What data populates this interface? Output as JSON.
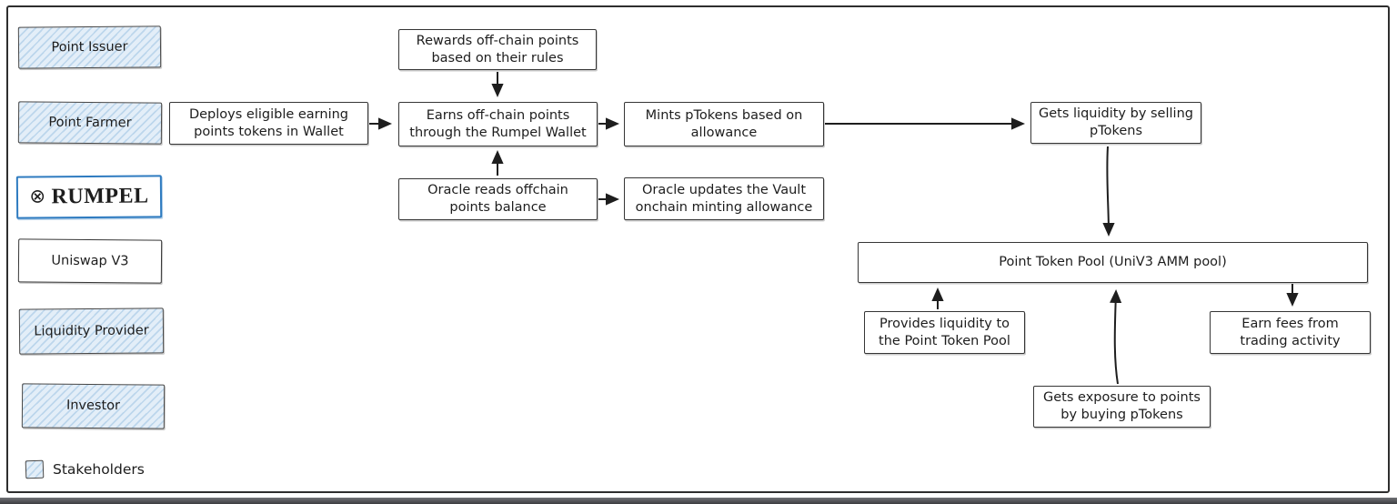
{
  "diagram": {
    "title_context": "Rumpel points flow diagram",
    "stakeholders": [
      {
        "id": "point-issuer",
        "label": "Point Issuer",
        "style": "hatched"
      },
      {
        "id": "point-farmer",
        "label": "Point Farmer",
        "style": "hatched"
      },
      {
        "id": "rumpel",
        "label": "RUMPEL",
        "icon": "⊗",
        "style": "brand"
      },
      {
        "id": "uniswap-v3",
        "label": "Uniswap V3",
        "style": "plain"
      },
      {
        "id": "liquidity-provider",
        "label": "Liquidity Provider",
        "style": "hatched"
      },
      {
        "id": "investor",
        "label": "Investor",
        "style": "hatched"
      }
    ],
    "nodes": [
      {
        "id": "rewards",
        "label": "Rewards off-chain points based on their rules"
      },
      {
        "id": "deploys",
        "label": "Deploys eligible earning points tokens in Wallet"
      },
      {
        "id": "earns",
        "label": "Earns off-chain points through the Rumpel Wallet"
      },
      {
        "id": "mints",
        "label": "Mints pTokens based on allowance"
      },
      {
        "id": "oracle-reads",
        "label": "Oracle reads offchain points balance"
      },
      {
        "id": "oracle-updates",
        "label": "Oracle updates the Vault onchain minting allowance"
      },
      {
        "id": "gets-liquidity",
        "label": "Gets liquidity by selling pTokens"
      },
      {
        "id": "pool",
        "label": "Point Token Pool (UniV3 AMM pool)"
      },
      {
        "id": "provides-liquidity",
        "label": "Provides liquidity to the Point Token Pool"
      },
      {
        "id": "earn-fees",
        "label": "Earn fees from trading activity"
      },
      {
        "id": "gets-exposure",
        "label": "Gets exposure to points by buying pTokens"
      }
    ],
    "edges": [
      {
        "from": "deploys",
        "to": "earns"
      },
      {
        "from": "rewards",
        "to": "earns"
      },
      {
        "from": "oracle-reads",
        "to": "earns"
      },
      {
        "from": "oracle-reads",
        "to": "oracle-updates"
      },
      {
        "from": "earns",
        "to": "mints"
      },
      {
        "from": "mints",
        "to": "gets-liquidity"
      },
      {
        "from": "gets-liquidity",
        "to": "pool"
      },
      {
        "from": "provides-liquidity",
        "to": "pool"
      },
      {
        "from": "gets-exposure",
        "to": "pool"
      },
      {
        "from": "pool",
        "to": "earn-fees"
      }
    ],
    "legend": {
      "label": "Stakeholders",
      "swatch": "hatched-blue"
    },
    "colors": {
      "stroke": "#363636",
      "text": "#1d1d1d",
      "stakeholder_fill": "#e3eef8",
      "stakeholder_hatch": "#bcd6ec",
      "brand_border": "#2e7bc0",
      "bottom_bar": "#4a4b4f"
    }
  }
}
